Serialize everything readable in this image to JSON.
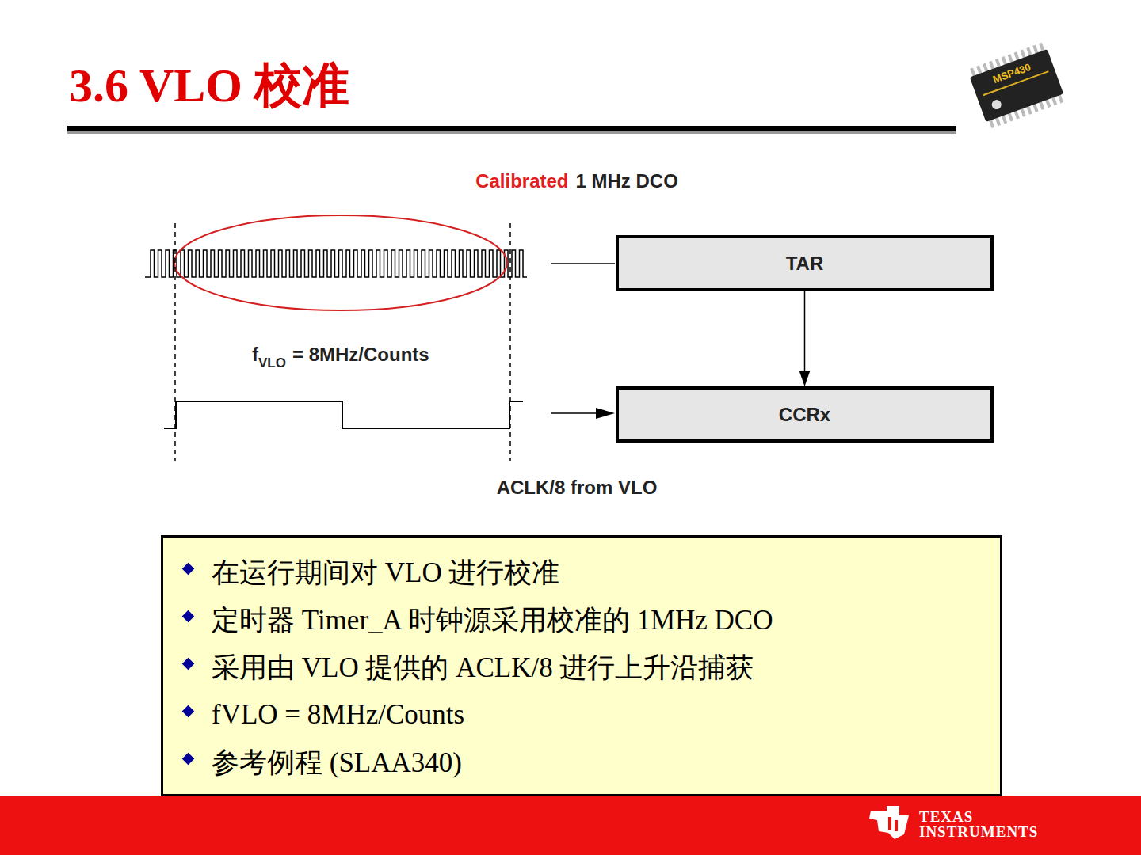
{
  "diagram": {
    "title": "3.6 VLO 校准",
    "nodes": [
      {
        "text": [
          "TAR"
        ]
      },
      {
        "text": [
          "CCRx"
        ]
      },
      {
        "text": [
          "在运行期间对 VLO 进行校准",
          "定时器  Timer_A  时钟源采用校准的 1MHz DCO",
          "采用由 VLO 提供的 ACLK/8 进行上升沿捕获",
          "fVLO = 8MHz/Counts",
          "参考例程  (SLAA340)"
        ]
      }
    ],
    "edges": [
      {
        "from": 0,
        "to": 1,
        "arrow": "to"
      }
    ],
    "labels": [
      "MSP430",
      "Calibrated",
      "1 MHz DCO",
      "f",
      "VLO",
      "= 8MHz/Counts",
      "ACLK/8 from VLO",
      "TEXAS INSTRUMENTS"
    ]
  }
}
